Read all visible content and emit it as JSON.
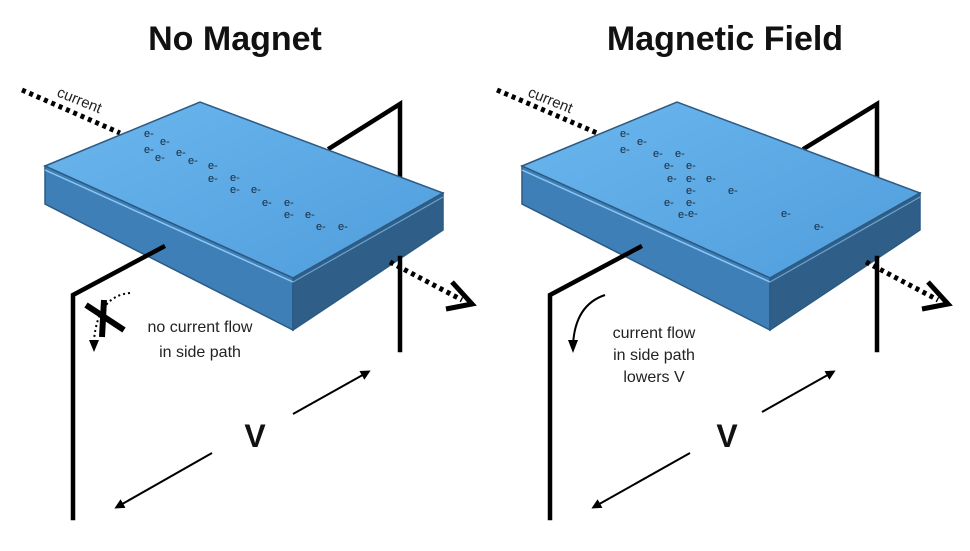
{
  "left_panel": {
    "title": "No Magnet",
    "current_label": "current",
    "side_note": [
      "no current flow",
      "in side path"
    ],
    "voltage_label": "V",
    "electrons": "e-"
  },
  "right_panel": {
    "title": "Magnetic Field",
    "current_label": "current",
    "side_note": [
      "current flow",
      "in side path",
      "lowers V"
    ],
    "voltage_label": "V",
    "electrons": "e-"
  },
  "colors": {
    "slab_top": "#5aa8e6",
    "slab_front": "#3f7fb8",
    "slab_side": "#2f5f88",
    "wire": "#000000"
  }
}
